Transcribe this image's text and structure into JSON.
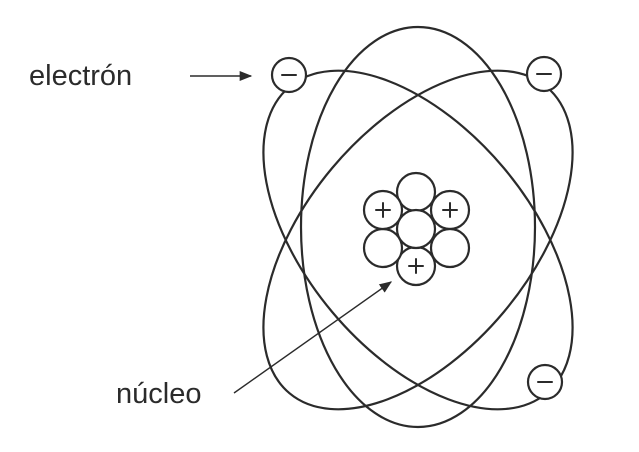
{
  "labels": {
    "electron": "electrón",
    "nucleus": "núcleo"
  },
  "colors": {
    "line": "#2b2b2b",
    "fill": "#ffffff",
    "text": "#2b2b2b"
  },
  "icons": {
    "electron": "minus-sign",
    "proton": "plus-sign"
  }
}
